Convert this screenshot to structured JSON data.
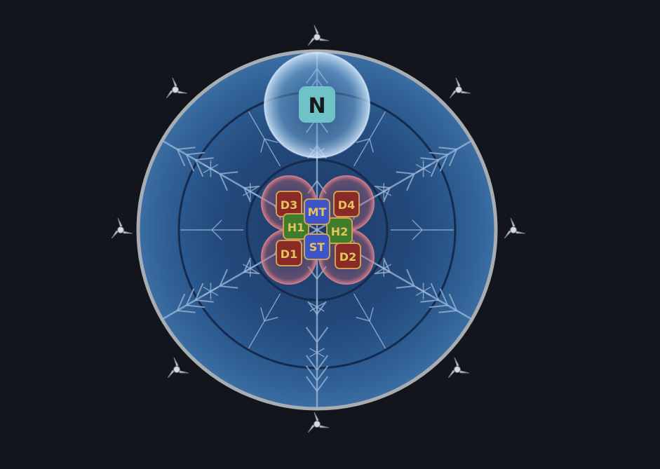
{
  "arena": {
    "waymark_north": "N"
  },
  "party": [
    {
      "id": "mt",
      "label": "MT",
      "role": "tank"
    },
    {
      "id": "st",
      "label": "ST",
      "role": "tank"
    },
    {
      "id": "h1",
      "label": "H1",
      "role": "healer"
    },
    {
      "id": "h2",
      "label": "H2",
      "role": "healer"
    },
    {
      "id": "d1",
      "label": "D1",
      "role": "dps"
    },
    {
      "id": "d2",
      "label": "D2",
      "role": "dps"
    },
    {
      "id": "d3",
      "label": "D3",
      "role": "dps"
    },
    {
      "id": "d4",
      "label": "D4",
      "role": "dps"
    }
  ],
  "colors": {
    "background": "#12161c",
    "arena_fill": "#2c5a8c",
    "arena_rim": "#a8adb3",
    "tank": "#3d55c8",
    "healer": "#3f7d2c",
    "dps": "#8a2a26",
    "token_text": "#e6c35a",
    "aoe_ring": "#e0707a",
    "waymark": "#6fc2c6"
  },
  "icons": {
    "shuriken": "shuriken-icon",
    "snowflake": "snowflake-pattern"
  }
}
